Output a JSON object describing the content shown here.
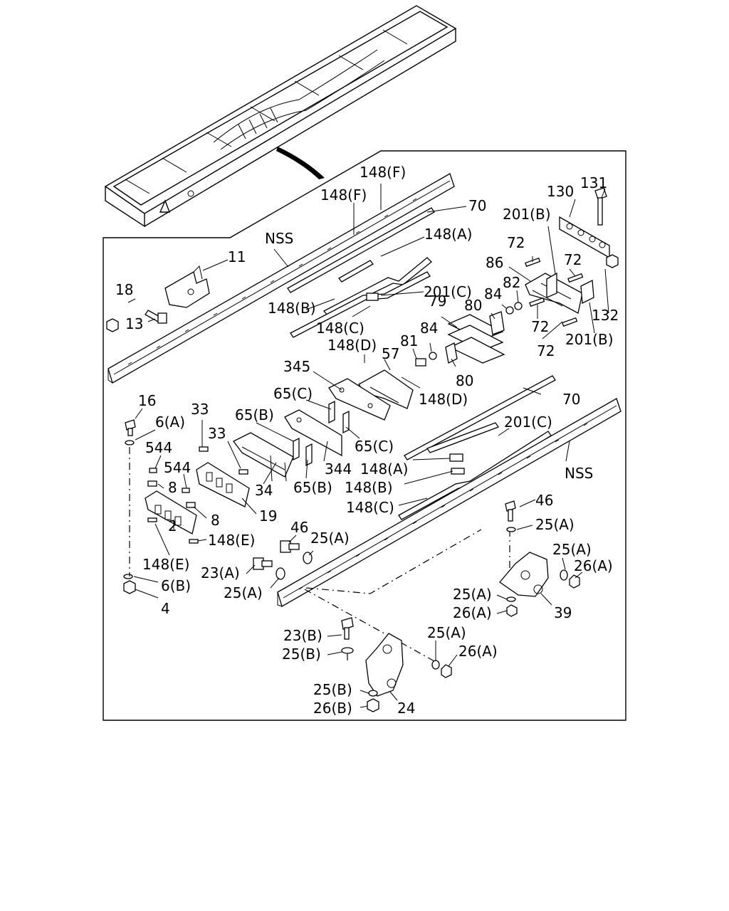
{
  "labels": {
    "l148F_1": "148(F)",
    "l148F_2": "148(F)",
    "l70_top": "70",
    "lNSS_left": "NSS",
    "l148A_top": "148(A)",
    "l11": "11",
    "l18": "18",
    "l13": "13",
    "l201C_top": "201(C)",
    "l148B_top": "148(B)",
    "l148C_top": "148(C)",
    "l131": "131",
    "l130": "130",
    "l201B_top": "201(B)",
    "l72_a": "72",
    "l72_b": "72",
    "l86": "86",
    "l82": "82",
    "l84_a": "84",
    "l80_a": "80",
    "l79": "79",
    "l132": "132",
    "l72_c": "72",
    "l72_d": "72",
    "l201B_bot": "201(B)",
    "l84_b": "84",
    "l81": "81",
    "l148D_a": "148(D)",
    "l57": "57",
    "l80_b": "80",
    "l148D_b": "148(D)",
    "l345": "345",
    "l70_bot": "70",
    "l65C_a": "65(C)",
    "l65C_b": "65(C)",
    "l16": "16",
    "l6A": "6(A)",
    "l33_a": "33",
    "l65B_a": "65(B)",
    "l33_b": "33",
    "l201C_bot": "201(C)",
    "l544_a": "544",
    "l544_b": "544",
    "l344": "344",
    "l148A_bot": "148(A)",
    "l65B_b": "65(B)",
    "l148B_bot": "148(B)",
    "l8_a": "8",
    "l34": "34",
    "lNSS_right": "NSS",
    "l8_b": "8",
    "l19": "19",
    "l148C_bot": "148(C)",
    "l2": "2",
    "l148E_a": "148(E)",
    "l148E_b": "148(E)",
    "l46_a": "46",
    "l25A_a": "25(A)",
    "l46_b": "46",
    "l25A_b": "25(A)",
    "l23A": "23(A)",
    "l6B": "6(B)",
    "l25A_c": "25(A)",
    "l25A_d": "25(A)",
    "l26A_a": "26(A)",
    "l4": "4",
    "l25A_e": "25(A)",
    "l26A_b": "26(A)",
    "l39": "39",
    "l23B": "23(B)",
    "l25A_f": "25(A)",
    "l25B_a": "25(B)",
    "l26A_c": "26(A)",
    "l25B_b": "25(B)",
    "l26B": "26(B)",
    "l24": "24"
  }
}
